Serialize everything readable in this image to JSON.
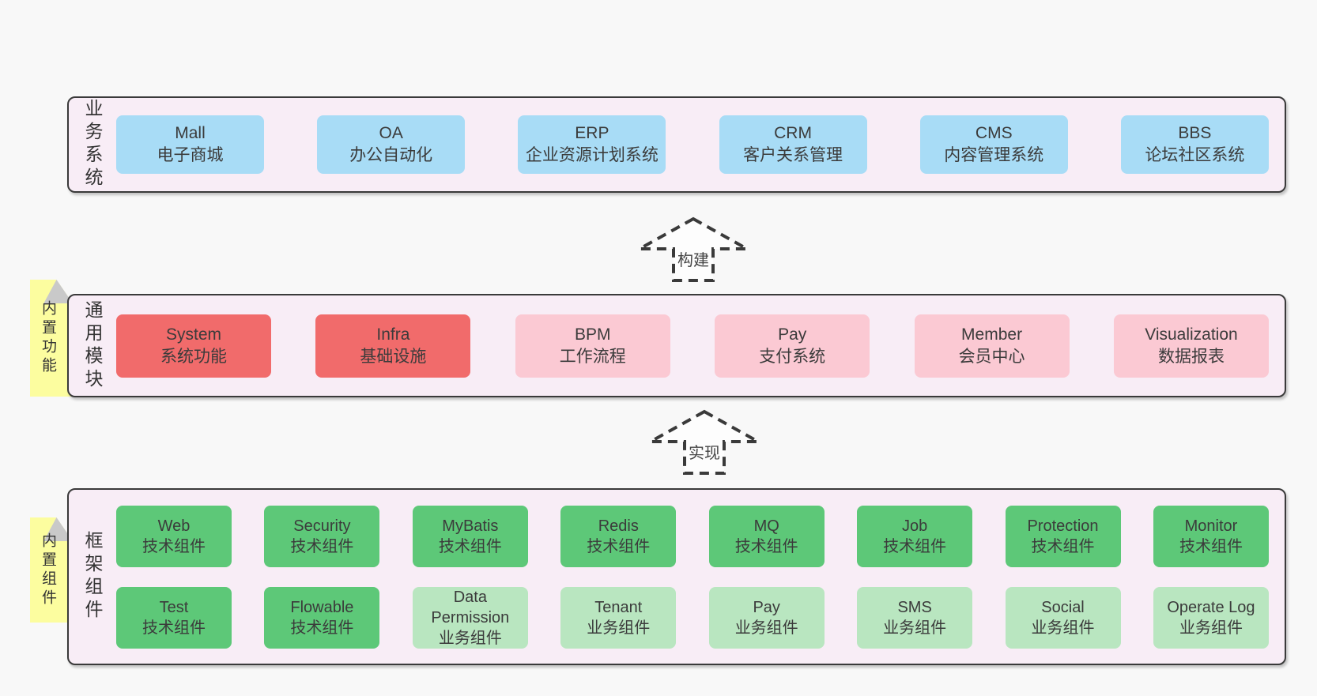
{
  "colors": {
    "page_bg": "#f8f8f8",
    "band_bg": "#f8edf6",
    "border": "#3a3a3a",
    "text": "#3b3b3b",
    "blue": "#a8dcf6",
    "red": "#f16b6b",
    "pink": "#fbc9d3",
    "green_dark": "#5dc878",
    "green_light": "#b9e6c0",
    "yellow": "#fcfd9f",
    "fold": "#c9c9c9"
  },
  "arrows": [
    {
      "label": "构建"
    },
    {
      "label": "实现"
    }
  ],
  "bands": {
    "business": {
      "label": "业务系统",
      "boxes": [
        {
          "name": "Mall",
          "desc": "电子商城"
        },
        {
          "name": "OA",
          "desc": "办公自动化"
        },
        {
          "name": "ERP",
          "desc": "企业资源计划系统"
        },
        {
          "name": "CRM",
          "desc": "客户关系管理"
        },
        {
          "name": "CMS",
          "desc": "内容管理系统"
        },
        {
          "name": "BBS",
          "desc": "论坛社区系统"
        }
      ]
    },
    "modules": {
      "label": "通用模块",
      "sticky": "内置功能",
      "boxes": [
        {
          "name": "System",
          "desc": "系统功能"
        },
        {
          "name": "Infra",
          "desc": "基础设施"
        },
        {
          "name": "BPM",
          "desc": "工作流程"
        },
        {
          "name": "Pay",
          "desc": "支付系统"
        },
        {
          "name": "Member",
          "desc": "会员中心"
        },
        {
          "name": "Visualization",
          "desc": "数据报表"
        }
      ]
    },
    "framework": {
      "label": "框架组件",
      "sticky": "内置组件",
      "rows": [
        [
          {
            "name": "Web",
            "desc": "技术组件"
          },
          {
            "name": "Security",
            "desc": "技术组件"
          },
          {
            "name": "MyBatis",
            "desc": "技术组件"
          },
          {
            "name": "Redis",
            "desc": "技术组件"
          },
          {
            "name": "MQ",
            "desc": "技术组件"
          },
          {
            "name": "Job",
            "desc": "技术组件"
          },
          {
            "name": "Protection",
            "desc": "技术组件"
          },
          {
            "name": "Monitor",
            "desc": "技术组件"
          }
        ],
        [
          {
            "name": "Test",
            "desc": "技术组件"
          },
          {
            "name": "Flowable",
            "desc": "技术组件"
          },
          {
            "name": "Data Permission",
            "desc": "业务组件"
          },
          {
            "name": "Tenant",
            "desc": "业务组件"
          },
          {
            "name": "Pay",
            "desc": "业务组件"
          },
          {
            "name": "SMS",
            "desc": "业务组件"
          },
          {
            "name": "Social",
            "desc": "业务组件"
          },
          {
            "name": "Operate Log",
            "desc": "业务组件"
          }
        ]
      ]
    }
  }
}
